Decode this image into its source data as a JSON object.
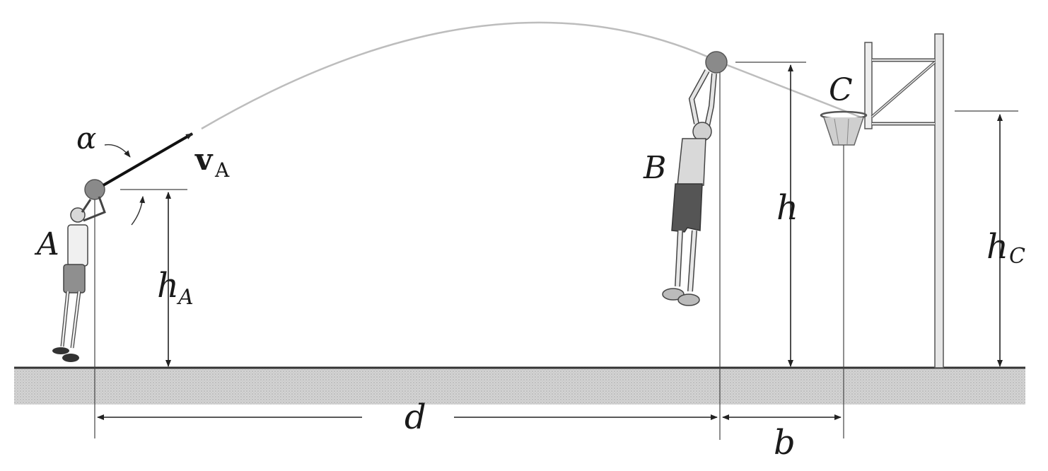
{
  "figure": {
    "labels": {
      "player_a": "A",
      "player_b": "B",
      "point_c": "C",
      "angle": "α",
      "velocity_main": "v",
      "velocity_sub": "A",
      "height_a_main": "h",
      "height_a_sub": "A",
      "height_b": "h",
      "height_c_main": "h",
      "height_c_sub": "C",
      "distance_d": "d",
      "distance_b": "b"
    },
    "colors": {
      "ground": "#c9c9c9",
      "ball": "#8a8a8a",
      "trajectory": "#bdbdbd",
      "line": "#222222"
    }
  }
}
